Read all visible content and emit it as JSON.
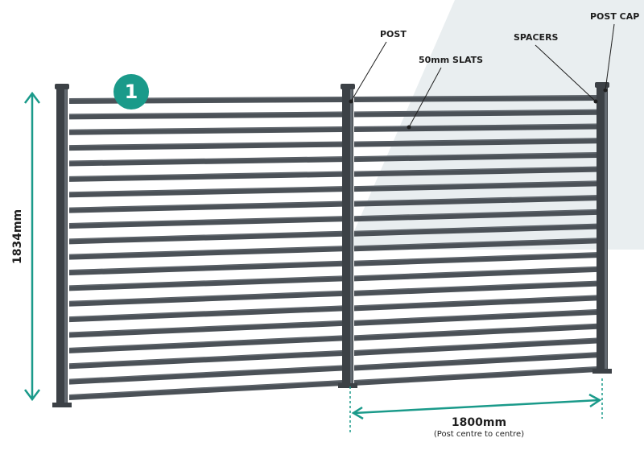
{
  "step_number": "1",
  "labels": {
    "post": "POST",
    "slats": "50mm SLATS",
    "spacers": "SPACERS",
    "post_cap": "POST CAP"
  },
  "dimensions": {
    "height": "1834mm",
    "width": "1800mm",
    "width_note": "(Post centre to centre)"
  },
  "fence": {
    "panels": 2,
    "slats_per_panel": 20
  },
  "colors": {
    "accent": "#1a9a8a",
    "post": "#3c4146",
    "slat": "#4b5157",
    "slat_highlight": "#646b72",
    "background_shape": "#e9eef0"
  }
}
